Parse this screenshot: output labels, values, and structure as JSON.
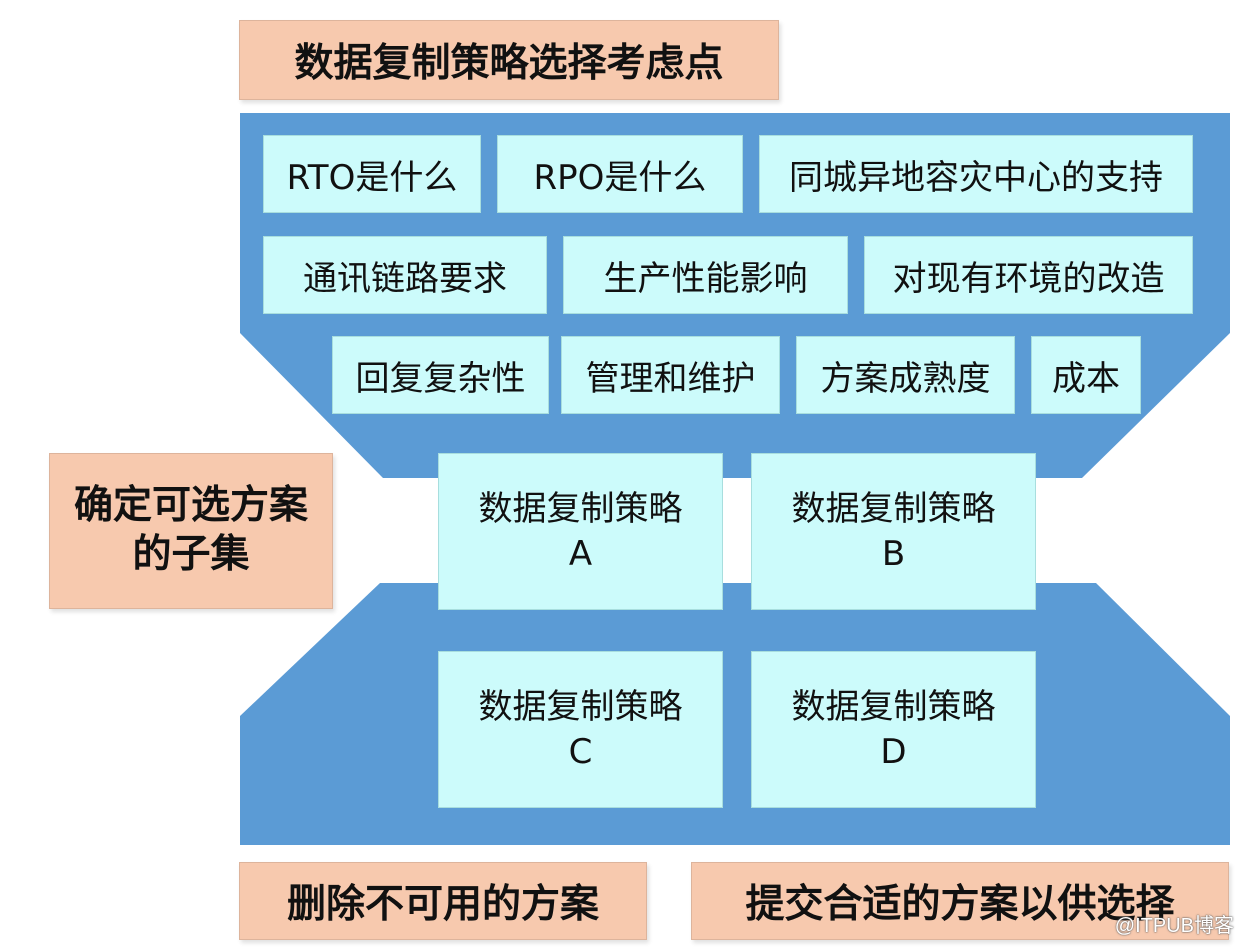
{
  "title": "数据复制策略选择考虑点",
  "considerations": [
    "RTO是什么",
    "RPO是什么",
    "同城异地容灾中心的支持",
    "通讯链路要求",
    "生产性能影响",
    "对现有环境的改造",
    "回复复杂性",
    "管理和维护",
    "方案成熟度",
    "成本"
  ],
  "subset_label": {
    "line1": "确定可选方案",
    "line2": "的子集"
  },
  "strategies": [
    {
      "name": "数据复制策略",
      "letter": "A"
    },
    {
      "name": "数据复制策略",
      "letter": "B"
    },
    {
      "name": "数据复制策略",
      "letter": "C"
    },
    {
      "name": "数据复制策略",
      "letter": "D"
    }
  ],
  "bottom_labels": {
    "remove": "删除不可用的方案",
    "submit": "提交合适的方案以供选择"
  },
  "watermark": "@ITPUB博客",
  "colors": {
    "funnel_blue": "#5b9bd5",
    "item_cyan": "#ccfbfb",
    "label_peach": "#f7c9ae"
  }
}
